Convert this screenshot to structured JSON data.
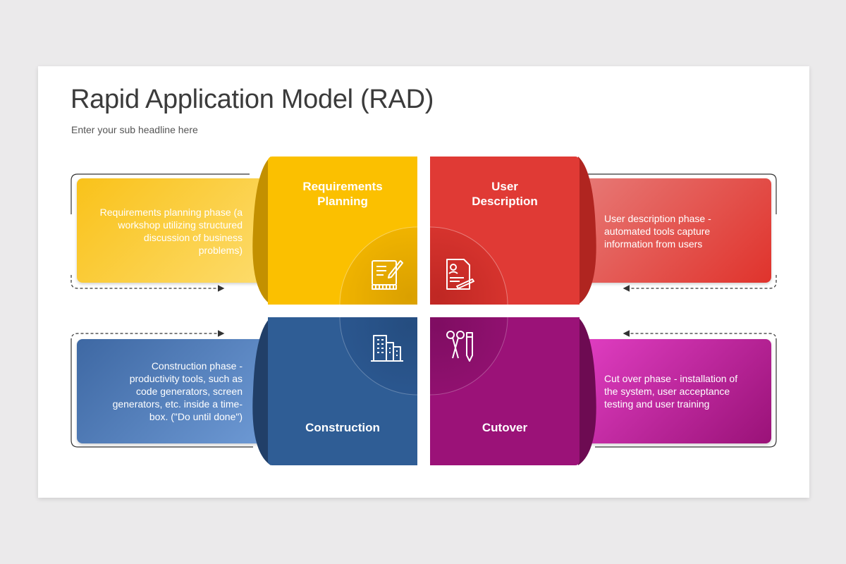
{
  "title": "Rapid Application Model (RAD)",
  "subtitle": "Enter your sub headline here",
  "colors": {
    "yellow": "#fbc000",
    "red": "#e03a35",
    "blue": "#2f5d95",
    "purple": "#9b1278"
  },
  "quadrants": [
    {
      "title": "Requirements\nPlanning",
      "description": "Requirements planning phase (a\nworkshop utilizing structured\ndiscussion of business\nproblems)",
      "icon": "blueprint-pencil-icon"
    },
    {
      "title": "User\nDescription",
      "description": "User description phase -\nautomated tools capture\ninformation from users",
      "icon": "document-profile-icon"
    },
    {
      "title": "Construction",
      "description": "Construction phase -\nproductivity tools, such as\ncode generators, screen\ngenerators, etc. inside a time-\nbox. (\"Do until done\")",
      "icon": "buildings-icon"
    },
    {
      "title": "Cutover",
      "description": "Cut over phase - installation of\nthe system, user acceptance\ntesting and user training",
      "icon": "scissors-pencil-icon"
    }
  ]
}
